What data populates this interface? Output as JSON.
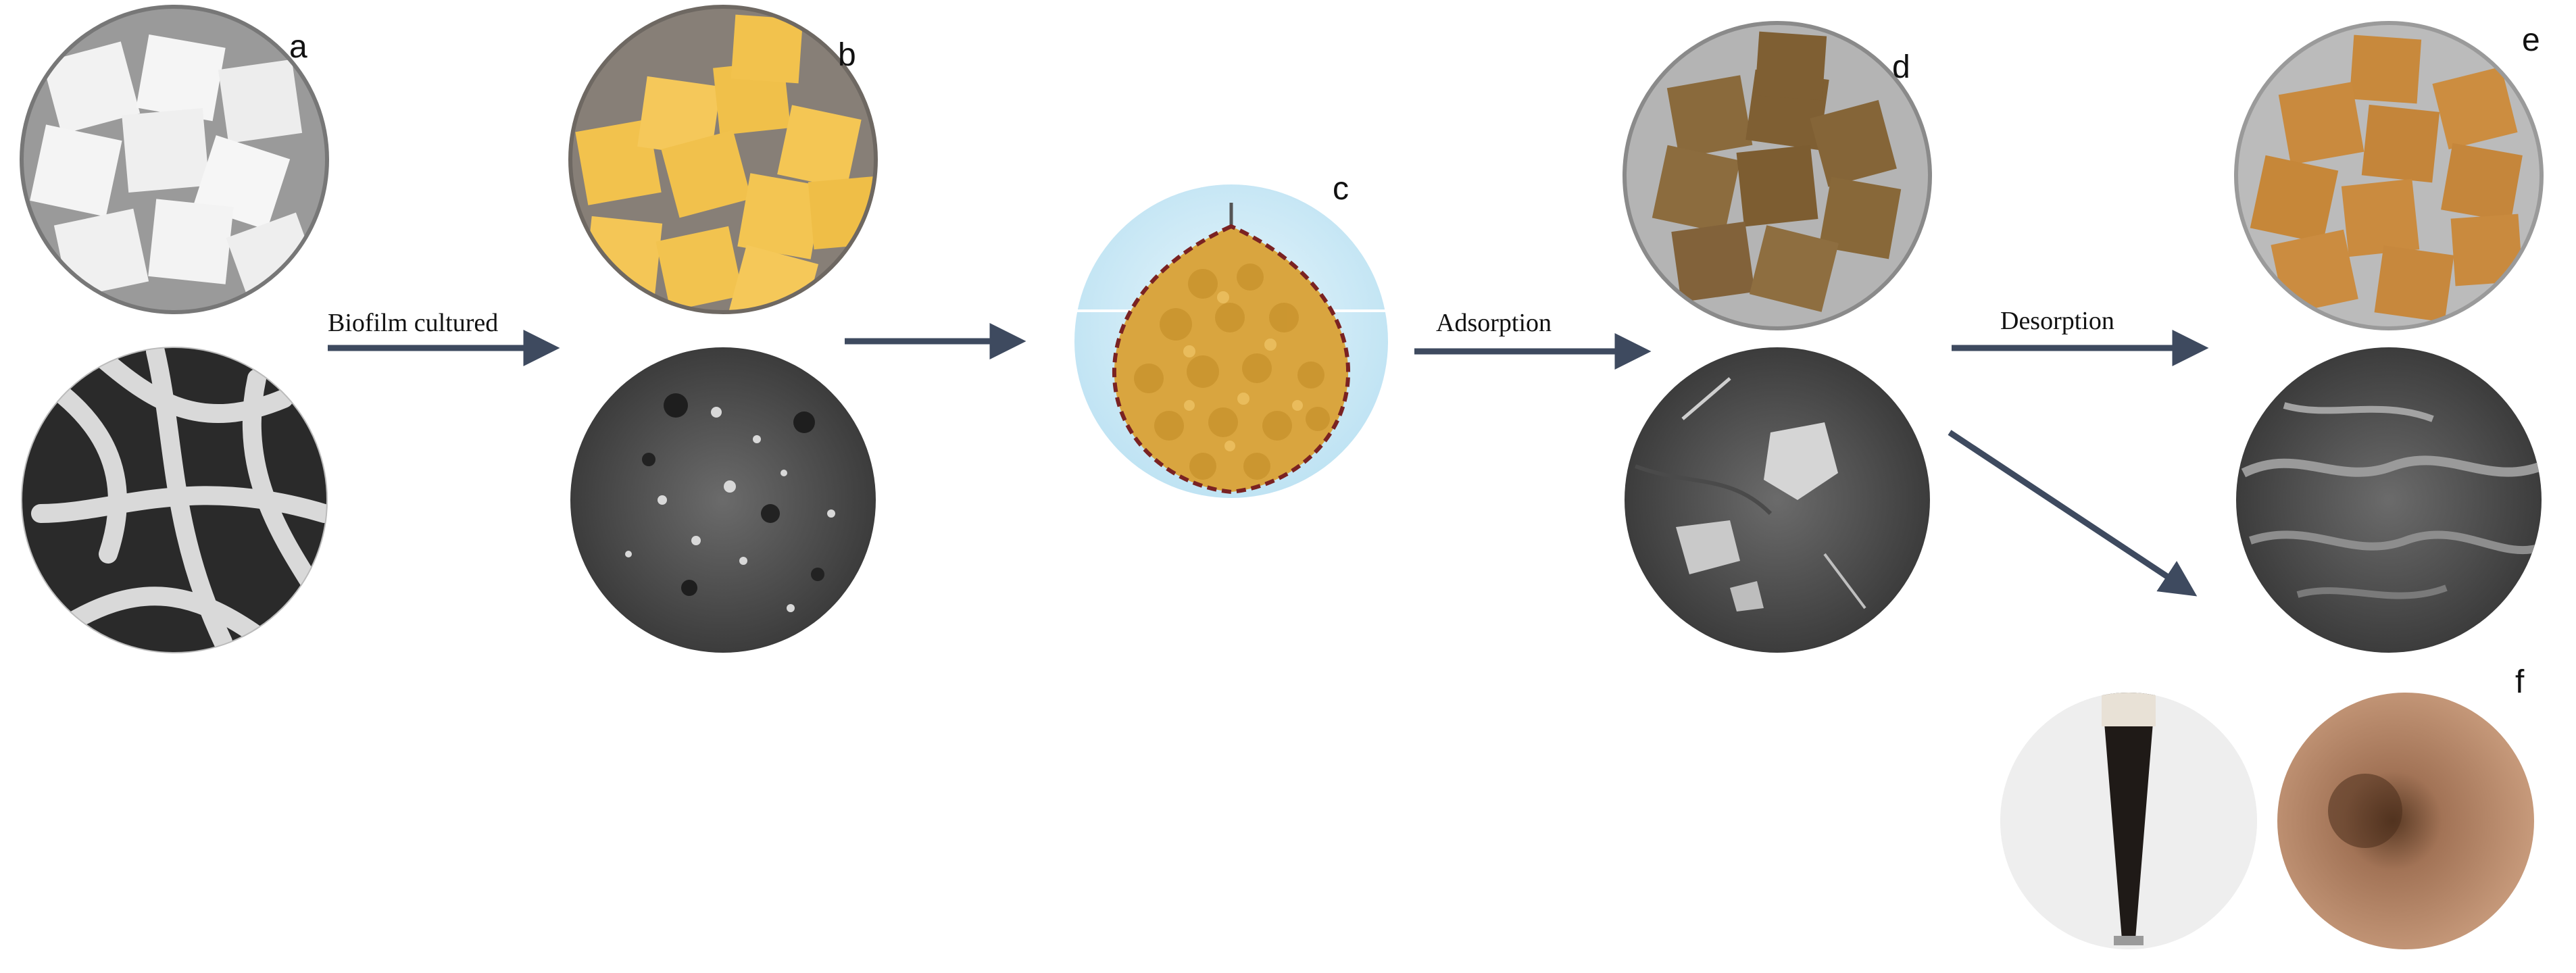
{
  "panels": {
    "a": "a",
    "b": "b",
    "c": "c",
    "d": "d",
    "e": "e",
    "f": "f"
  },
  "arrows": {
    "biofilm": "Biofilm cultured",
    "adsorption": "Adsorption",
    "desorption": "Desorption"
  },
  "colors": {
    "arrow": "#3e4a5f",
    "white_sponge": "#f2f2f2",
    "yellow_sponge": "#f2c24d",
    "brown_sponge": "#8a6a3c",
    "orange_sponge": "#c8893c",
    "sem_gray": "#5a5a5a",
    "tray": "#8f8f8f",
    "bag_fill": "#cfeaf7",
    "bag_outline": "#7a2222",
    "solution_dark": "#1f1a17",
    "plate_brown": "#b88a66"
  }
}
